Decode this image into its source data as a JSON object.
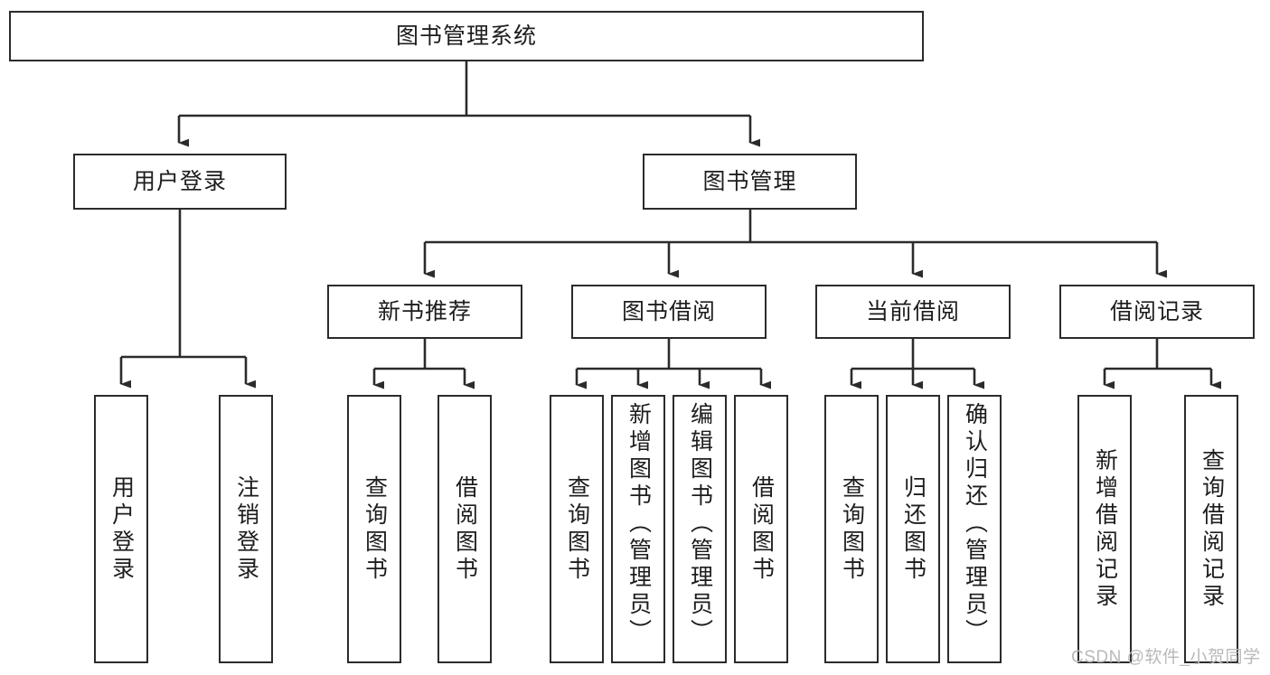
{
  "diagram": {
    "title": "图书管理系统",
    "type": "functional-structure-tree",
    "orientation": "top-down",
    "colors": {
      "box_border": "#2b2b2b",
      "box_fill": "#ffffff",
      "line": "#2b2b2b",
      "text": "#1d1d1d",
      "watermark": "#b9b9b9",
      "background": "#ffffff"
    },
    "root": {
      "label": "图书管理系统"
    },
    "level2": [
      {
        "id": "user-login",
        "label": "用户登录"
      },
      {
        "id": "book-management",
        "label": "图书管理"
      }
    ],
    "level3": [
      {
        "id": "new-book-recommend",
        "label": "新书推荐",
        "parent": "book-management"
      },
      {
        "id": "book-borrow",
        "label": "图书借阅",
        "parent": "book-management"
      },
      {
        "id": "current-borrow",
        "label": "当前借阅",
        "parent": "book-management"
      },
      {
        "id": "borrow-record",
        "label": "借阅记录",
        "parent": "book-management"
      }
    ],
    "leaves": {
      "user-login": [
        {
          "id": "leaf-user-login",
          "label": "用户登录"
        },
        {
          "id": "leaf-logout-login",
          "label": "注销登录"
        }
      ],
      "new-book-recommend": [
        {
          "id": "leaf-query-book-1",
          "label": "查询图书"
        },
        {
          "id": "leaf-borrow-book-1",
          "label": "借阅图书"
        }
      ],
      "book-borrow": [
        {
          "id": "leaf-query-book-2",
          "label": "查询图书"
        },
        {
          "id": "leaf-add-book",
          "label": "新增图书（管理员）"
        },
        {
          "id": "leaf-edit-book",
          "label": "编辑图书（管理员）"
        },
        {
          "id": "leaf-borrow-book-2",
          "label": "借阅图书"
        }
      ],
      "current-borrow": [
        {
          "id": "leaf-query-book-3",
          "label": "查询图书"
        },
        {
          "id": "leaf-return-book",
          "label": "归还图书"
        },
        {
          "id": "leaf-confirm-return",
          "label": "确认归还（管理员）"
        }
      ],
      "borrow-record": [
        {
          "id": "leaf-add-record",
          "label": "新增借阅记录"
        },
        {
          "id": "leaf-query-record",
          "label": "查询借阅记录"
        }
      ]
    },
    "watermark": "CSDN @软件_小贺同学"
  }
}
